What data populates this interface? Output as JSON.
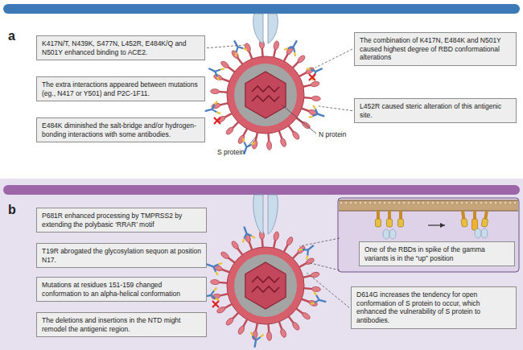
{
  "diagram": {
    "nodes": [
      {
        "text": [
          "K417N/T, N439K, S477N, L452R, E484K/Q and N501Y enhanced binding to ACE2."
        ]
      },
      {
        "text": [
          "The extra interactions appeared between mutations (eg., N417 or Y501) and P2C-1F11."
        ]
      },
      {
        "text": [
          "E484K diminished the salt-bridge and/or hydrogen-bonding interactions with some antibodies."
        ]
      },
      {
        "text": [
          "The combination of K417N, E484K and N501Y caused highest degree of RBD conformational alterations"
        ]
      },
      {
        "text": [
          "L452R caused steric alteration of this antigenic site."
        ]
      },
      {
        "text": [
          "P681R enhanced processing by TMPRSS2 by extending the polybasic ‘RRAR’ motif"
        ]
      },
      {
        "text": [
          "T19R abrogated the glycosylation sequon at position N17."
        ]
      },
      {
        "text": [
          "Mutations at residues 151-159 changed conformation to an alpha-helical conformation"
        ]
      },
      {
        "text": [
          "The deletions and insertions in the NTD might remodel the antigenic region."
        ]
      },
      {
        "text": [
          "One of the RBDs in spike of the gamma variants is in the “up” position"
        ]
      },
      {
        "text": [
          "D614G increases the tendency for open conformation of S protein to occur, which enhanced the vulnerability of S protein to antibodies."
        ]
      }
    ],
    "labels": [
      "a",
      "S protein",
      "N protein",
      "b"
    ]
  }
}
